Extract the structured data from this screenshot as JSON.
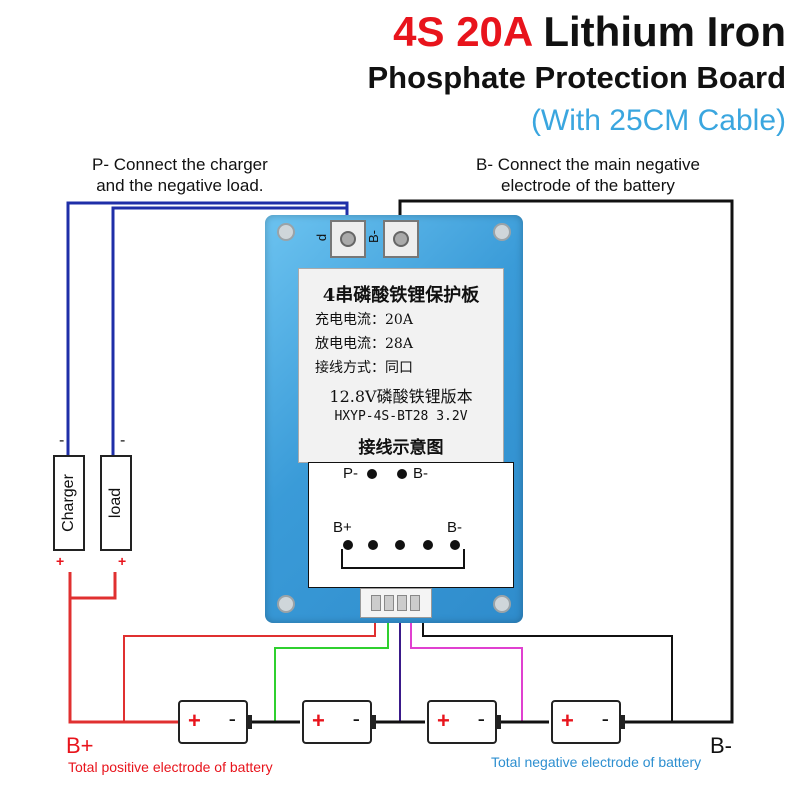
{
  "title": {
    "line1_red": "4S 20A",
    "line1_black": "Lithium Iron",
    "line2": "Phosphate Protection Board",
    "line3": "(With 25CM Cable)"
  },
  "notes": {
    "p_minus": [
      "P- Connect the charger",
      "and the negative load."
    ],
    "b_minus": [
      "B- Connect the main negative",
      "electrode of the battery"
    ]
  },
  "board": {
    "terminals": [
      "d",
      "B-"
    ],
    "label": {
      "heading": "4串磷酸铁锂保护板",
      "charge": "充电电流：20A",
      "discharge": "放电电流：28A",
      "wiring": "接线方式：同口",
      "version": "12.8V磷酸铁锂版本",
      "model": "HXYP-4S-BT28  3.2V",
      "diagram": "接线示意图"
    },
    "pins": {
      "p_minus": "P-",
      "b_minus_top": "B-",
      "b_plus": "B+",
      "b_minus_bottom": "B-"
    }
  },
  "devices": {
    "charger": "Charger",
    "load": "load",
    "minus": "-",
    "plus": "+"
  },
  "cells": [
    {
      "plus": "+",
      "minus": "-"
    },
    {
      "plus": "+",
      "minus": "-"
    },
    {
      "plus": "+",
      "minus": "-"
    },
    {
      "plus": "+",
      "minus": "-"
    }
  ],
  "bottom": {
    "b_plus": "B+",
    "b_minus": "B-",
    "pos_desc": "Total positive electrode of battery",
    "neg_desc": "Total negative electrode of battery"
  },
  "colors": {
    "red_accent": "#e8141c",
    "blue_accent": "#3aa6df",
    "board_blue": "#3a9bd8",
    "wire_blue": "#1f2fa8",
    "wire_red": "#e03030",
    "wire_green": "#2fd02f",
    "wire_purple": "#3a1a8a",
    "wire_magenta": "#e040d0"
  }
}
